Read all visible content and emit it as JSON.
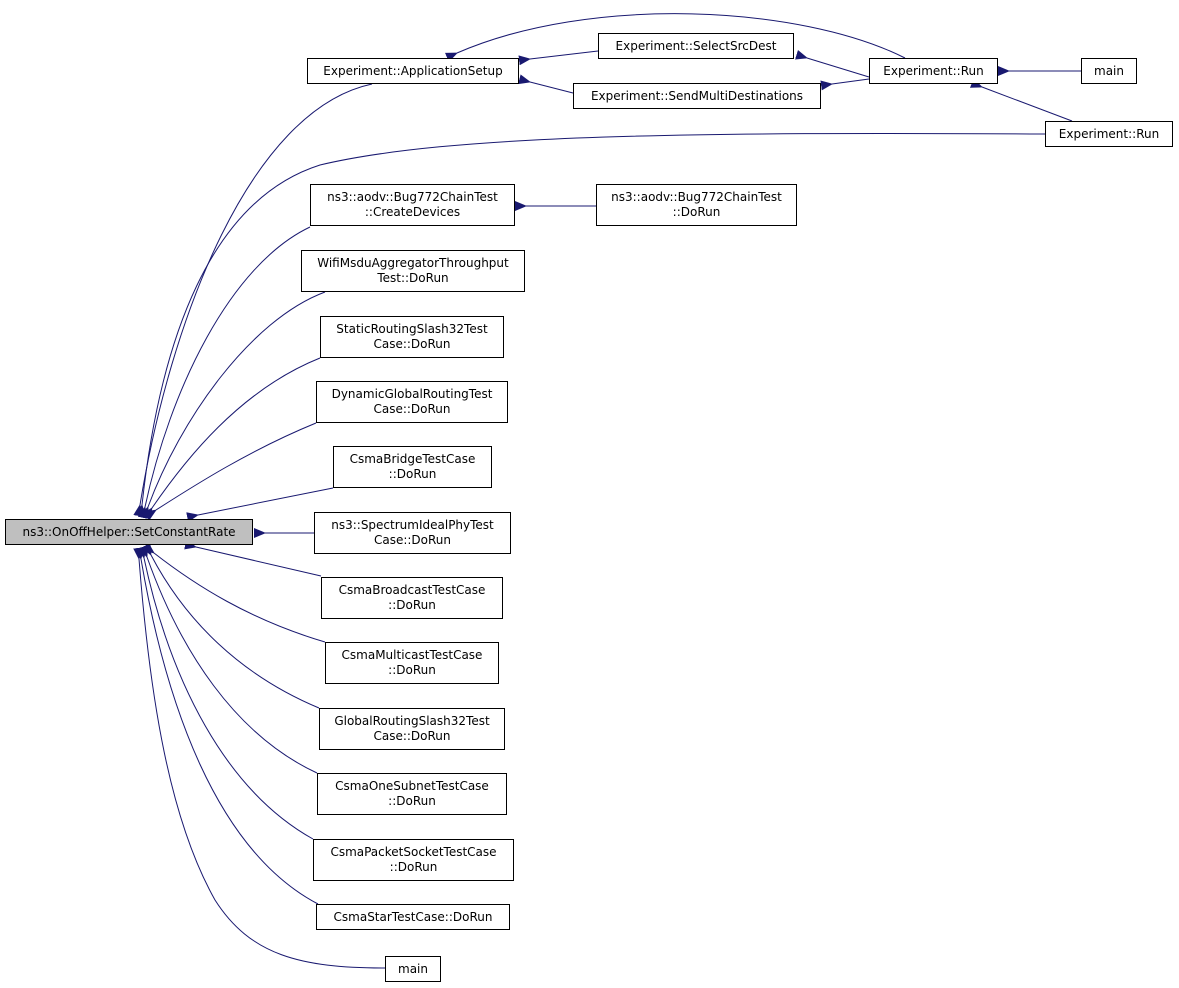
{
  "colors": {
    "edge": "#191970",
    "root_fill": "#bfbfbf",
    "node_fill": "#ffffff",
    "node_border": "#000000"
  },
  "nodes": {
    "root": {
      "lines": [
        "ns3::OnOffHelper::SetConstantRate"
      ]
    },
    "app_setup": {
      "lines": [
        "Experiment::ApplicationSetup"
      ]
    },
    "select_src_dest": {
      "lines": [
        "Experiment::SelectSrcDest"
      ]
    },
    "send_multi": {
      "lines": [
        "Experiment::SendMultiDestinations"
      ]
    },
    "run_a": {
      "lines": [
        "Experiment::Run"
      ]
    },
    "main_a": {
      "lines": [
        "main"
      ]
    },
    "run_b": {
      "lines": [
        "Experiment::Run"
      ]
    },
    "create_devices": {
      "lines": [
        "ns3::aodv::Bug772ChainTest",
        "::CreateDevices"
      ]
    },
    "bug772_dorun": {
      "lines": [
        "ns3::aodv::Bug772ChainTest",
        "::DoRun"
      ]
    },
    "wifi_msdu": {
      "lines": [
        "WifiMsduAggregatorThroughput",
        "Test::DoRun"
      ]
    },
    "static_routing": {
      "lines": [
        "StaticRoutingSlash32Test",
        "Case::DoRun"
      ]
    },
    "dynamic_global": {
      "lines": [
        "DynamicGlobalRoutingTest",
        "Case::DoRun"
      ]
    },
    "csma_bridge": {
      "lines": [
        "CsmaBridgeTestCase",
        "::DoRun"
      ]
    },
    "spectrum_ideal": {
      "lines": [
        "ns3::SpectrumIdealPhyTest",
        "Case::DoRun"
      ]
    },
    "csma_broadcast": {
      "lines": [
        "CsmaBroadcastTestCase",
        "::DoRun"
      ]
    },
    "csma_multicast": {
      "lines": [
        "CsmaMulticastTestCase",
        "::DoRun"
      ]
    },
    "global_routing": {
      "lines": [
        "GlobalRoutingSlash32Test",
        "Case::DoRun"
      ]
    },
    "csma_one_subnet": {
      "lines": [
        "CsmaOneSubnetTestCase",
        "::DoRun"
      ]
    },
    "csma_packet_socket": {
      "lines": [
        "CsmaPacketSocketTestCase",
        "::DoRun"
      ]
    },
    "csma_star": {
      "lines": [
        "CsmaStarTestCase::DoRun"
      ]
    },
    "main_b": {
      "lines": [
        "main"
      ]
    }
  }
}
